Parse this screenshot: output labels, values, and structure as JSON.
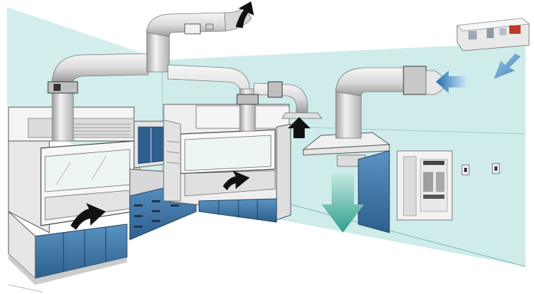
{
  "scene": {
    "kind": "laboratory ventilation illustration",
    "colors": {
      "wall": "#cfeceb",
      "wall_shade": "#b8e0df",
      "floor": "#ffffff",
      "cabinet_blue": "#3d78a8",
      "cabinet_blue_dark": "#2a5a86",
      "duct": "#e2e2e2",
      "duct_shade": "#a8a8a8",
      "hood_body": "#eeeeee",
      "arrow_black": "#111111",
      "arrow_green_top": "#a8dcd0",
      "arrow_green_bottom": "#2f9f8e",
      "arrow_blue": "#2a78b8"
    },
    "components": {
      "fume_hoods": 2,
      "exhaust_ducts": 1,
      "supply_duct": 1,
      "canopy_hood": 1,
      "air_handling_unit": 1,
      "control_panel": 1,
      "wall_switches": 2,
      "base_cabinets": 3
    },
    "icons": [
      "black-airflow-arrow",
      "green-downflow-arrow",
      "blue-supply-arrow",
      "dark-blue-diagonal-arrow"
    ]
  }
}
